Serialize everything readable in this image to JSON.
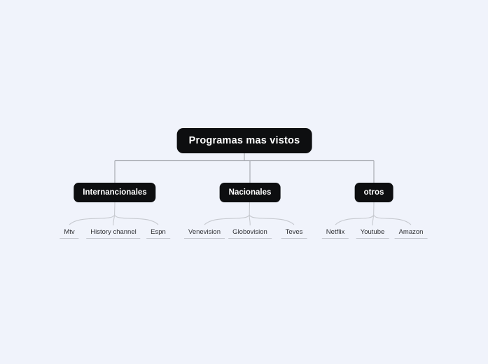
{
  "diagram": {
    "title": "Programas mas vistos mind map",
    "root": {
      "label": "Programas mas vistos"
    },
    "branches": [
      {
        "label": "Internancionales",
        "leaves": [
          "Mtv",
          "History channel",
          "Espn"
        ]
      },
      {
        "label": "Nacionales",
        "leaves": [
          "Venevision",
          "Globovision",
          "Teves"
        ]
      },
      {
        "label": "otros",
        "leaves": [
          "Netflix",
          "Youtube",
          "Amazon"
        ]
      }
    ],
    "colors": {
      "background": "#f0f3fb",
      "node_fill": "#0d0e10",
      "node_text": "#ffffff",
      "connector_line": "#a8abb2",
      "connector_curve": "#c6c9cf",
      "leaf_text": "#2e2f33",
      "leaf_underline": "#c2c5cc"
    }
  }
}
